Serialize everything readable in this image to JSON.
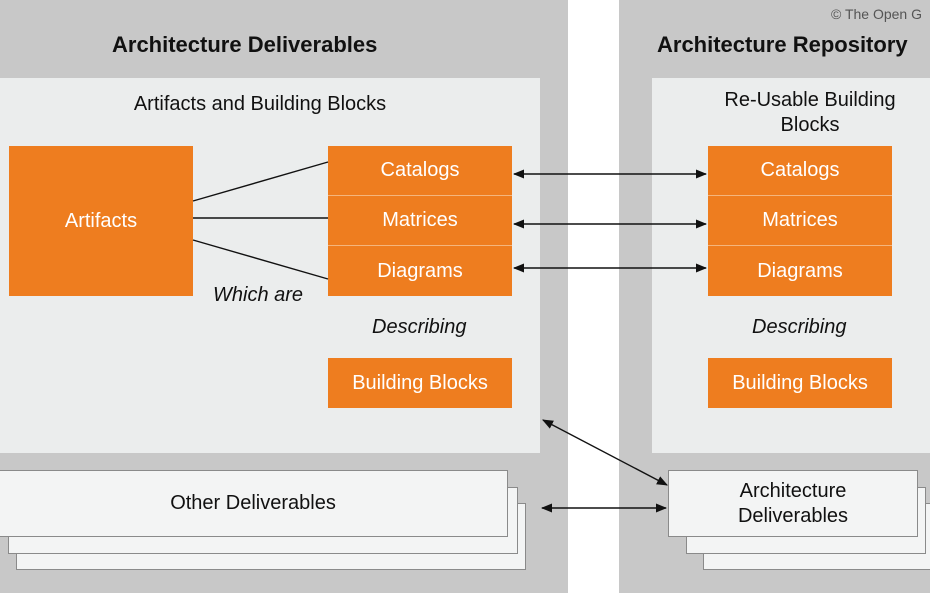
{
  "copyright": "© The Open G",
  "deliverables": {
    "title": "Architecture Deliverables",
    "section_caption": "Artifacts and Building Blocks",
    "artifacts_label": "Artifacts",
    "which_are_label": "Which are",
    "types": [
      "Catalogs",
      "Matrices",
      "Diagrams"
    ],
    "describing_label": "Describing",
    "building_blocks_label": "Building Blocks",
    "other_deliverables_label": "Other Deliverables"
  },
  "repository": {
    "title": "Architecture Repository",
    "section_caption_line1": "Re-Usable Building",
    "section_caption_line2": "Blocks",
    "types": [
      "Catalogs",
      "Matrices",
      "Diagrams"
    ],
    "describing_label": "Describing",
    "building_blocks_label": "Building Blocks",
    "arch_deliverables_line1": "Architecture",
    "arch_deliverables_line2": "Deliverables"
  },
  "colors": {
    "panel": "#c8c8c8",
    "inner": "#ebeded",
    "orange": "#ee7d1f"
  }
}
